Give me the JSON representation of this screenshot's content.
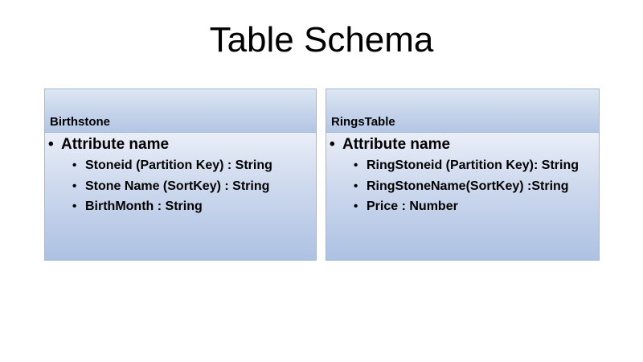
{
  "slide": {
    "title": "Table Schema"
  },
  "tables": [
    {
      "header": "Birthstone",
      "heading": "Attribute name",
      "attributes": [
        "Stoneid (Partition Key) : String",
        "Stone Name (SortKey) : String",
        "BirthMonth : String"
      ]
    },
    {
      "header": "RingsTable",
      "heading": "Attribute name",
      "attributes": [
        "RingStoneid (Partition Key): String",
        "RingStoneName(SortKey) :String",
        "Price : Number"
      ]
    }
  ],
  "colors": {
    "card_border": "#a3b8d6",
    "card_gradient_bottom": "#adc1e3",
    "header_gradient_top": "#dde6f3"
  },
  "icons": {
    "bullet": "bullet-icon"
  }
}
